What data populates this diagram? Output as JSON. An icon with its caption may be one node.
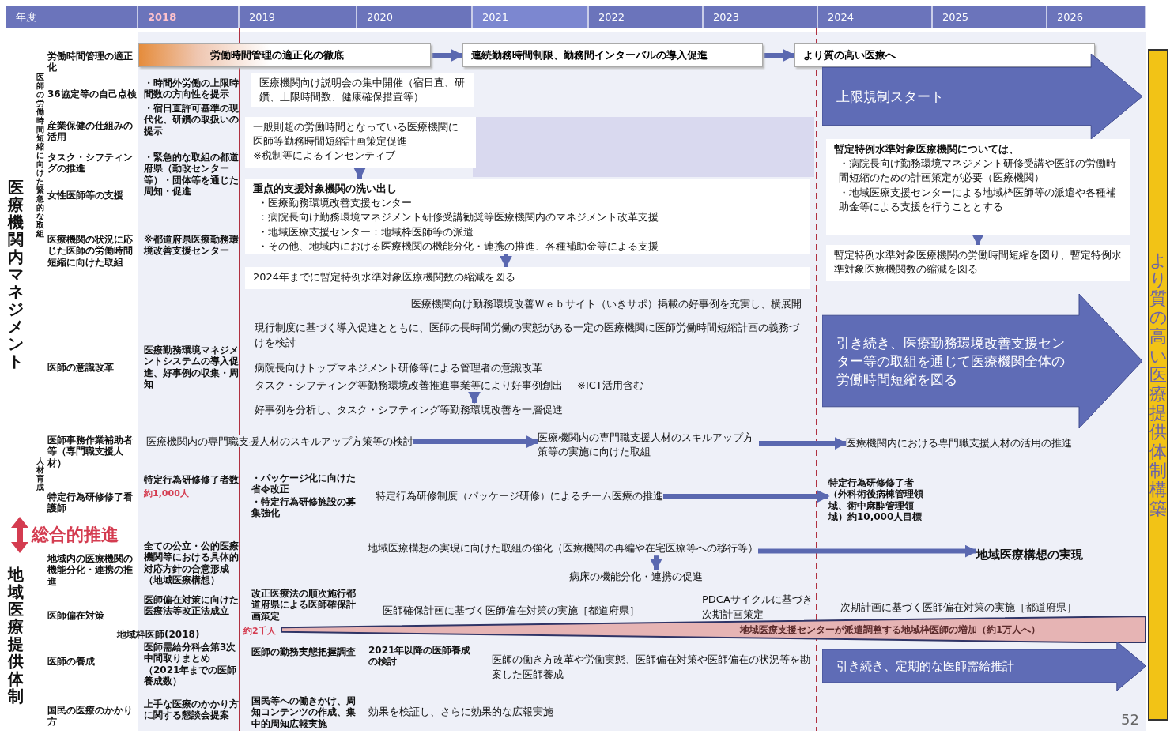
{
  "diagram": {
    "nodes": [
      {
        "text": [
          "労働時間管理の適正化の徹底"
        ]
      },
      {
        "text": [
          "連続勤務時間制限、勤務間インターバルの導入促進"
        ]
      },
      {
        "text": [
          "より質の高い医療へ"
        ]
      },
      {
        "text": [
          "医療機関向け説明会の集中開催（宿日直、研鑽、上限時間数、健康確保措置等）"
        ]
      },
      {
        "text": [
          "上限規制スタート"
        ]
      },
      {
        "text": [
          "一般則超の労働時間となっている医療機関に医師等勤務時間短縮計画策定促進",
          "※税制等によるインセンティブ"
        ]
      },
      {
        "text": [
          "重点的支援対象機関の洗い出し",
          "・医療勤務環境改善支援センター",
          "：病院長向け勤務環境マネジメント研修受講勧奨等医療機関内のマネジメント改革支援",
          "・地域医療支援センター：地域枠医師等の派遣",
          "・その他、地域内における医療機関の機能分化・連携の推進、各種補助金等による支援"
        ]
      },
      {
        "text": [
          "暫定特例水準対象医療機関については、",
          "・病院長向け勤務環境マネジメント研修受講や医師の労働時間短縮のための計画策定が必要（医療機関）",
          "・地域医療支援センターによる地域枠医師等の派遣や各種補助金等による支援を行うこととする"
        ]
      },
      {
        "text": [
          "2024年までに暫定特例水準対象医療機関数の縮減を図る"
        ]
      },
      {
        "text": [
          "暫定特例水準対象医療機関の労働時間短縮を図り、暫定特例水準対象医療機関数の縮減を図る"
        ]
      },
      {
        "text": [
          "引き続き、医療勤務環境改善支援センター等の取組を通じて医療機関全体の労働時間短縮を図る"
        ]
      },
      {
        "text": [
          "タスク・シフティング等勤務環境改善推進事業等により好事例創出",
          "※ICT活用含む"
        ]
      },
      {
        "text": [
          "好事例を分析し、タスク・シフティング等勤務環境改善を一層促進"
        ]
      },
      {
        "text": [
          "医療機関内の専門職支援人材のスキルアップ方策等の検討"
        ]
      },
      {
        "text": [
          "医療機関内の専門職支援人材のスキルアップ方策等の実施に向けた取組"
        ]
      },
      {
        "text": [
          "医療機関内における専門職支援人材の活用の推進"
        ]
      },
      {
        "text": [
          "特定行為研修制度（パッケージ研修）によるチーム医療の推進"
        ]
      },
      {
        "text": [
          "特定行為研修修了者（外科術後病棟管理領域、術中麻酔管理領域）約10,000人目標"
        ]
      },
      {
        "text": [
          "地域医療構想の実現に向けた取組の強化（医療機関の再編や在宅医療等への移行等）"
        ]
      },
      {
        "text": [
          "地域医療構想の実現"
        ]
      },
      {
        "text": [
          "病床の機能分化・連携の促進"
        ]
      },
      {
        "text": [
          "地域医療支援センターが派遣調整する地域枠医師の増加（約1万人へ）"
        ]
      },
      {
        "text": [
          "引き続き、定期的な医師需給推計"
        ]
      },
      {
        "text": [
          "より質の高い医療提供体制構築"
        ]
      }
    ],
    "edges": [
      {
        "from": 0,
        "to": 1,
        "arrow": "to"
      },
      {
        "from": 1,
        "to": 2,
        "arrow": "to"
      },
      {
        "from": 5,
        "to": 6,
        "arrow": "to"
      },
      {
        "from": 6,
        "to": 8,
        "arrow": "to"
      },
      {
        "from": 7,
        "to": 9,
        "arrow": "to"
      },
      {
        "from": 11,
        "to": 12,
        "arrow": "to"
      },
      {
        "from": 13,
        "to": 14,
        "arrow": "to"
      },
      {
        "from": 14,
        "to": 15,
        "arrow": "to"
      },
      {
        "from": 16,
        "to": 17,
        "arrow": "to"
      },
      {
        "from": 18,
        "to": 19,
        "arrow": "to"
      },
      {
        "from": 18,
        "to": 20,
        "arrow": "to"
      }
    ],
    "labels": [
      "年度",
      "2018",
      "2019",
      "2020",
      "2021",
      "2022",
      "2023",
      "2024",
      "2025",
      "2026",
      "労働時間管理の適正化",
      "医療機関内マネジメント",
      "医師の労働時間短縮に向けた緊急的な取組",
      "36協定等の自己点検",
      "・時間外労働の上限時間数の方向性を提示",
      "産業保健の仕組みの活用",
      "・宿日直許可基準の現代化、研鑽の取扱いの提示",
      "タスク・シフティングの推進",
      "・緊急的な取組の都道府県（勤改センター等）・団体等を通じた周知・促進",
      "女性医師等の支援",
      "医療機関の状況に応じた医師の労働時間短縮に向けた取組",
      "※都道府県医療勤務環境改善支援センター",
      "医療機関向け勤務環境改善Ｗｅｂサイト（いきサポ）掲載の好事例を充実し、横展開",
      "医師の意識改革",
      "医療勤務環境マネジメントシステムの導入促進、好事例の収集・周知",
      "現行制度に基づく導入促進とともに、医師の長時間労働の実態がある一定の医療機関に医師労働時間短縮計画の義務づけを検討",
      "病院長向けトップマネジメント研修等による管理者の意識改革",
      "医師事務作業補助者等（専門職支援人材）",
      "人材育成",
      "特定行為研修修了看護師",
      "特定行為研修修了者数",
      "約1,000人",
      "・パッケージ化に向けた省令改正",
      "・特定行為研修施設の募集強化",
      "総合的推進",
      "地域医療提供体制",
      "地域内の医療機関の機能分化・連携の推進",
      "全ての公立・公的医療機関等における具体的対応方針の合意形成（地域医療構想）",
      "医師偏在対策",
      "医師偏在対策に向けた医療法等改正法成立",
      "改正医療法の順次施行都道府県による医師確保計画策定",
      "医師確保計画に基づく医師偏在対策の実施［都道府県］",
      "PDCAサイクルに基づき次期計画策定",
      "次期計画に基づく医師偏在対策の実施［都道府県］",
      "地域枠医師(2018)",
      "約2千人",
      "医師の養成",
      "医師需給分科会第3次中間取りまとめ（2021年までの医師養成数）",
      "医師の勤務実態把握調査",
      "2021年以降の医師養成の検討",
      "医師の働き方改革や労働実態、医師偏在対策や医師偏在の状況等を勘案した医師養成",
      "国民の医療のかかり方",
      "上手な医療のかかり方に関する懇談会提案",
      "国民等への働きかけ、周知コンテンツの作成、集中的周知広報実施",
      "効果を検証し、さらに効果的な広報実施",
      "52"
    ]
  }
}
